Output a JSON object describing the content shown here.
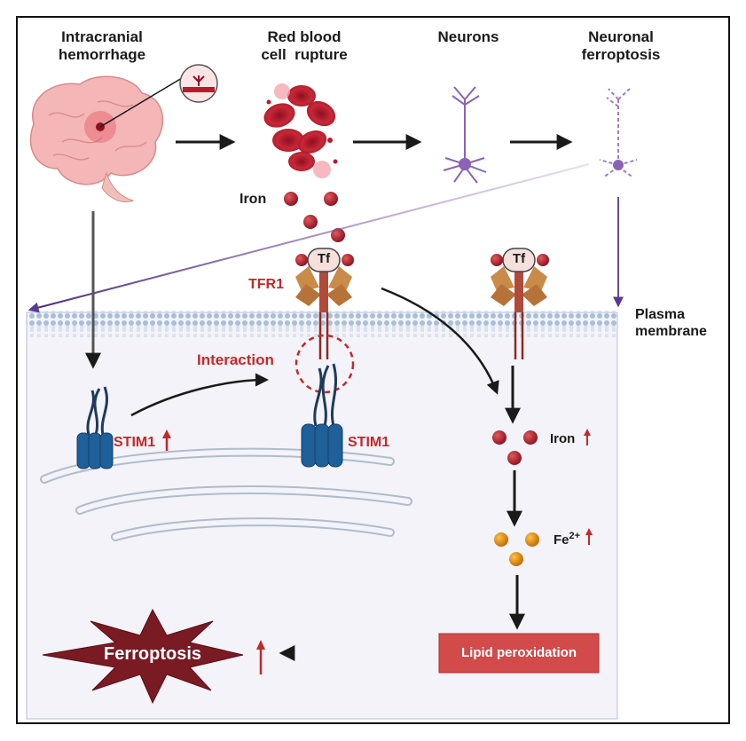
{
  "headers": {
    "intracranial_hemorrhage": [
      "Intracranial",
      "hemorrhage"
    ],
    "rbc_rupture": [
      "Red blood",
      "cell  rupture"
    ],
    "neurons": "Neurons",
    "neuronal_ferroptosis": [
      "Neuronal",
      "ferroptosis"
    ]
  },
  "labels": {
    "iron": "Iron",
    "tfr1": "TFR1",
    "tf": "Tf",
    "plasma_membrane": [
      "Plasma",
      "membrane"
    ],
    "interaction": "Interaction",
    "stim1_up": "STIM1",
    "stim1": "STIM1",
    "iron_up": "Iron",
    "fe_base": "Fe",
    "fe_charge": "2+",
    "lipid_peroxidation": "Lipid peroxidation",
    "ferroptosis": "Ferroptosis"
  },
  "colors": {
    "membrane": "#9fb6d2",
    "cytoplasm": "#f4f4fa",
    "stim1": "#1f5f9a",
    "iron": "#b71c2c",
    "fe2": "#e08a10",
    "receptor": "#c98a4a",
    "red_label": "#c62828",
    "lipid_box": "#d24a4a",
    "ferroptosis_star": "#7a1a22",
    "neuron": "#8a63b8"
  }
}
